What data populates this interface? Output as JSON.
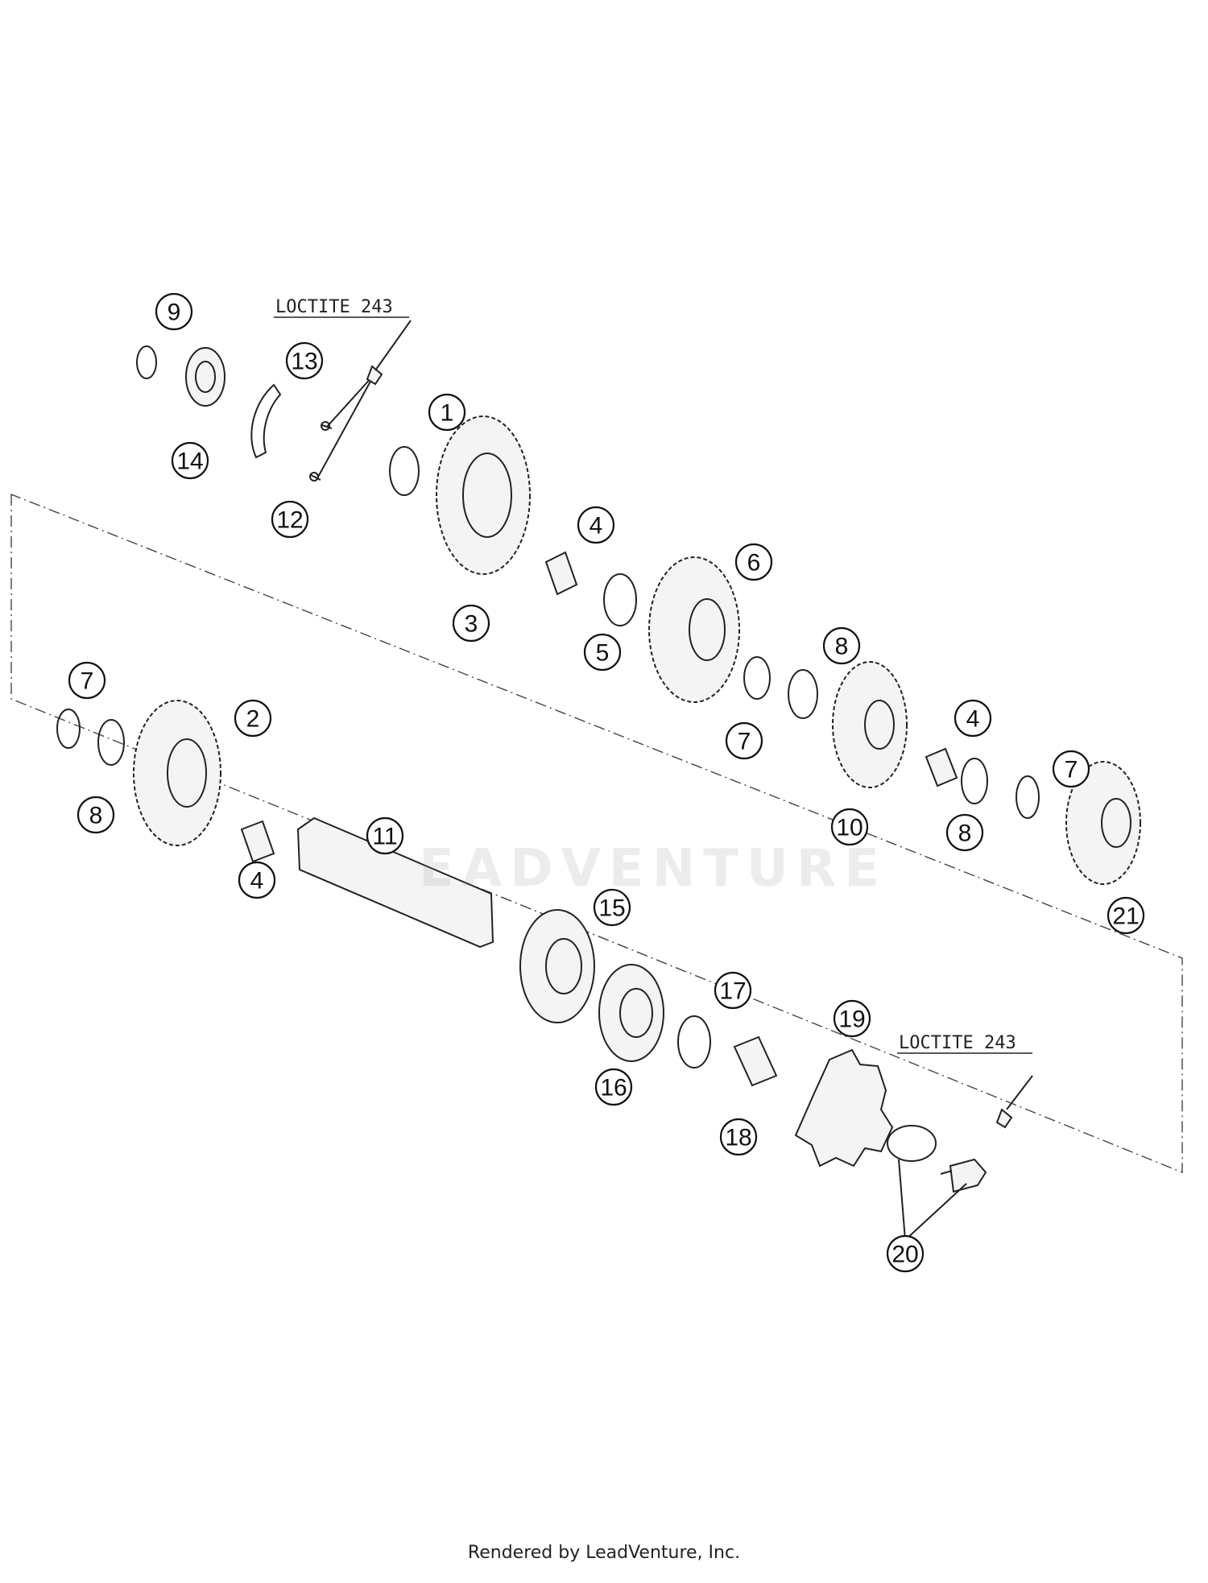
{
  "notes": [
    "LOCTITE 243",
    "LOCTITE 243"
  ],
  "callouts": [
    "9",
    "13",
    "14",
    "12",
    "1",
    "3",
    "4",
    "6",
    "5",
    "8",
    "7",
    "10",
    "4",
    "8",
    "7",
    "21",
    "7",
    "2",
    "8",
    "4",
    "11",
    "15",
    "17",
    "16",
    "19",
    "18",
    "20"
  ],
  "watermark": "EADVENTURE",
  "footer": "Rendered by LeadVenture, Inc."
}
